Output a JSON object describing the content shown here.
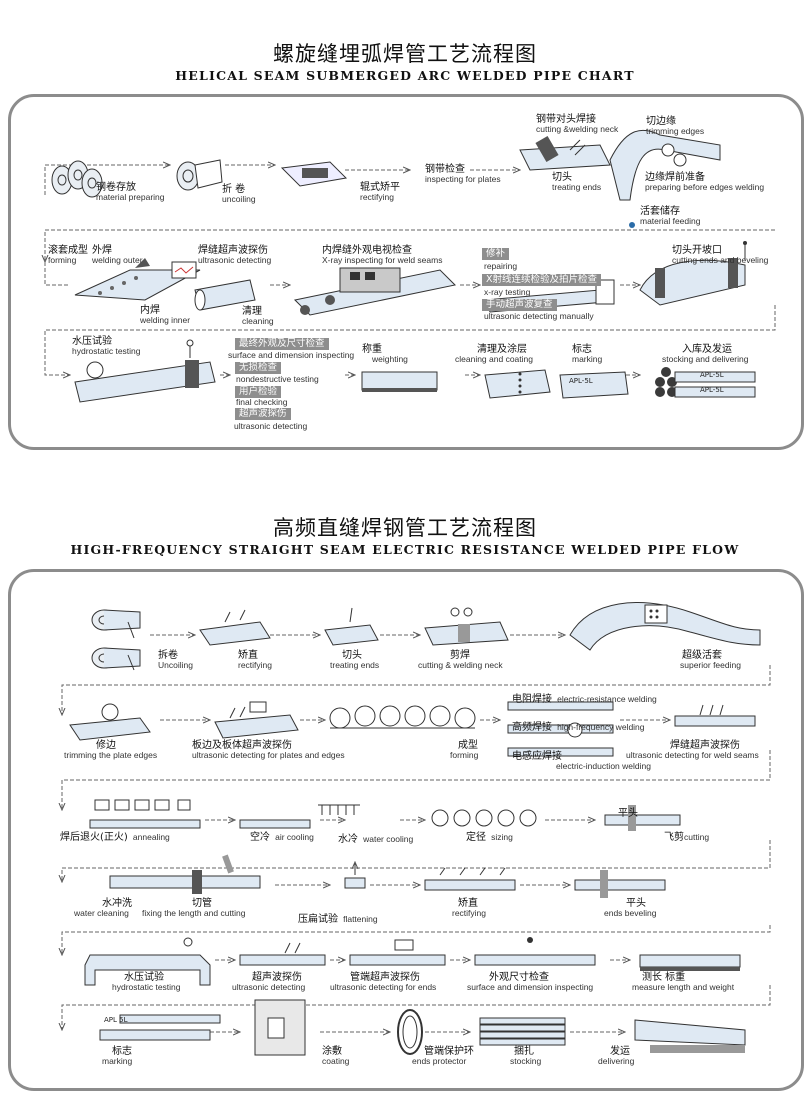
{
  "chart1": {
    "title_cn": "螺旋缝埋弧焊管工艺流程图",
    "title_en": "HELICAL SEAM SUBMERGED ARC WELDED PIPE CHART",
    "steps": [
      {
        "cn": "钢卷存放",
        "en": "material preparing"
      },
      {
        "cn": "折 卷",
        "en": "uncoiling"
      },
      {
        "cn": "辊式矫平",
        "en": "rectifying"
      },
      {
        "cn": "钢带检查",
        "en": "inspecting for plates"
      },
      {
        "cn": "钢带对头焊接",
        "en": "cutting &welding neck"
      },
      {
        "cn": "切头",
        "en": "treating ends"
      },
      {
        "cn": "切边缘",
        "en": "trimming edges"
      },
      {
        "cn": "边缘焊前准备",
        "en": "preparing before edges welding"
      },
      {
        "cn": "活套储存",
        "en": "material feeding"
      },
      {
        "cn": "滚套成型",
        "en": "forming"
      },
      {
        "cn": "外焊",
        "en": "welding outer"
      },
      {
        "cn": "内焊",
        "en": "welding inner"
      },
      {
        "cn": "焊缝超声波探伤",
        "en": "ultrasonic detecting"
      },
      {
        "cn": "清理",
        "en": "cleaning"
      },
      {
        "cn": "内焊缝外观电视检查",
        "en": "X-ray inspecting for weld seams"
      },
      {
        "cn": "修补",
        "en": "repairing"
      },
      {
        "cn": "X射线连续检验及拍片检查",
        "en": "x-ray testing"
      },
      {
        "cn": "手动超声波复查",
        "en": "ultrasonic detecting manually"
      },
      {
        "cn": "切头开坡口",
        "en": "cutting ends and beveling"
      },
      {
        "cn": "水压试验",
        "en": "hydrostatic testing"
      },
      {
        "cn": "最终外观及尺寸检查",
        "en": "surface and dimension inspecting"
      },
      {
        "cn": "无损检查",
        "en": "nondestructive testing"
      },
      {
        "cn": "用户检验",
        "en": "final checking"
      },
      {
        "cn": "超声波探伤",
        "en": "ultrasonic detecting"
      },
      {
        "cn": "称重",
        "en": "weighting"
      },
      {
        "cn": "清理及涂层",
        "en": "cleaning and coating"
      },
      {
        "cn": "标志",
        "en": "marking"
      },
      {
        "cn": "入库及发运",
        "en": "stocking and delivering"
      }
    ],
    "mark": "APL-5L"
  },
  "chart2": {
    "title_cn": "高频直缝焊钢管工艺流程图",
    "title_en": "HIGH-FREQUENCY STRAIGHT SEAM ELECTRIC RESISTANCE WELDED PIPE FLOW",
    "steps": [
      {
        "cn": "拆卷",
        "en": "Uncoiling"
      },
      {
        "cn": "矫直",
        "en": "rectifying"
      },
      {
        "cn": "切头",
        "en": "treating ends"
      },
      {
        "cn": "剪焊",
        "en": "cutting & welding neck"
      },
      {
        "cn": "超级活套",
        "en": "superior feeding"
      },
      {
        "cn": "修边",
        "en": "trimming the plate edges"
      },
      {
        "cn": "板边及板体超声波探伤",
        "en": "ultrasonic detecting for plates and edges"
      },
      {
        "cn": "成型",
        "en": "forming"
      },
      {
        "cn": "电阻焊接",
        "en": "electric-resistance welding"
      },
      {
        "cn": "高频焊接",
        "en": "high-frequency welding"
      },
      {
        "cn": "电感应焊接",
        "en": "electric-induction welding"
      },
      {
        "cn": "焊缝超声波探伤",
        "en": "ultrasonic detecting for weld seams"
      },
      {
        "cn": "焊后退火(正火)",
        "en": "annealing"
      },
      {
        "cn": "空冷",
        "en": "air cooling"
      },
      {
        "cn": "水冷",
        "en": "water cooling"
      },
      {
        "cn": "定径",
        "en": "sizing"
      },
      {
        "cn": "飞剪",
        "en": "cutting"
      },
      {
        "cn": "平头",
        "en": ""
      },
      {
        "cn": "水冲洗",
        "en": "water cleaning"
      },
      {
        "cn": "切管",
        "en": "fixing the length and cutting"
      },
      {
        "cn": "压扁试验",
        "en": "flattening"
      },
      {
        "cn": "矫直",
        "en": "rectifying"
      },
      {
        "cn": "平头",
        "en": "ends beveling"
      },
      {
        "cn": "水压试验",
        "en": "hydrostatic testing"
      },
      {
        "cn": "超声波探伤",
        "en": "ultrasonic detecting"
      },
      {
        "cn": "管端超声波探伤",
        "en": "ultrasonic detecting for ends"
      },
      {
        "cn": "外观尺寸检查",
        "en": "surface and dimension inspecting"
      },
      {
        "cn": "测长 标重",
        "en": "measure length and weight"
      },
      {
        "cn": "标志",
        "en": "marking"
      },
      {
        "cn": "涂敷",
        "en": "coating"
      },
      {
        "cn": "管端保护环",
        "en": "ends protector"
      },
      {
        "cn": "捆扎",
        "en": "stocking"
      },
      {
        "cn": "发运",
        "en": "delivering"
      }
    ],
    "mark": "APL 5L"
  }
}
